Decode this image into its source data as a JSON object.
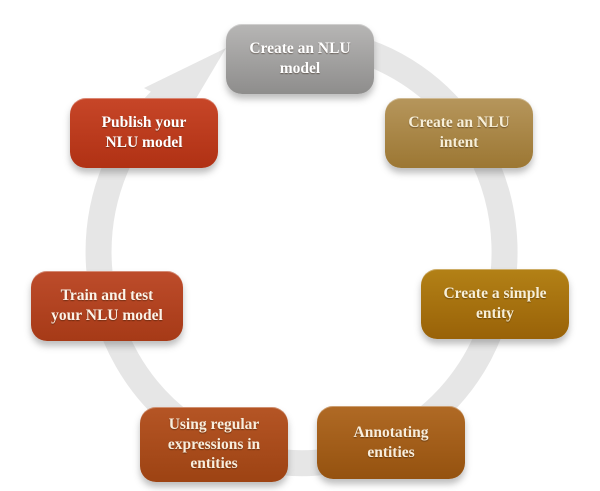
{
  "diagram": {
    "type": "cycle",
    "direction": "clockwise",
    "background_color": "#ffffff",
    "ring_color": "#e6e6e6",
    "steps": [
      {
        "id": "create-nlu-model",
        "label": "Create an NLU\nmodel",
        "color_top": "#b7b6b5",
        "color_bottom": "#8e8d8c",
        "text_color": "#ffffff"
      },
      {
        "id": "create-nlu-intent",
        "label": "Create an NLU\nintent",
        "color_top": "#b6965c",
        "color_bottom": "#9c7733",
        "text_color": "#f7efd8"
      },
      {
        "id": "create-simple-entity",
        "label": "Create a simple\nentity",
        "color_top": "#b38116",
        "color_bottom": "#996208",
        "text_color": "#f7efd8"
      },
      {
        "id": "annotating-entities",
        "label": "Annotating\nentities",
        "color_top": "#b06a25",
        "color_bottom": "#95520f",
        "text_color": "#f8eedd"
      },
      {
        "id": "using-regular-expressions-in-entities",
        "label": "Using regular\nexpressions in\nentities",
        "color_top": "#b55525",
        "color_bottom": "#9d4313",
        "text_color": "#f8eedd"
      },
      {
        "id": "train-and-test-nlu-model",
        "label": "Train and test\nyour NLU model",
        "color_top": "#bd4c2b",
        "color_bottom": "#a63a17",
        "text_color": "#fcf3e8"
      },
      {
        "id": "publish-nlu-model",
        "label": "Publish your\nNLU model",
        "color_top": "#c74628",
        "color_bottom": "#b03114",
        "text_color": "#ffffff"
      }
    ]
  }
}
